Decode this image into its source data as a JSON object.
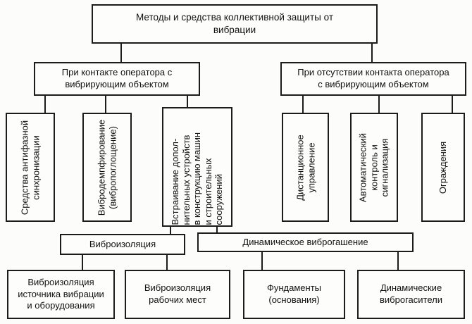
{
  "diagram": {
    "title": "Методы и средства коллективной защиты от вибрации",
    "root": {
      "label": "Методы и средства коллективной защиты от\nвибрации"
    },
    "contact_branch": {
      "label": "При контакте оператора с\nвибрирующим объектом"
    },
    "no_contact_branch": {
      "label": "При отсутствии контакта оператора\nс вибрирующим объектом"
    },
    "contact_methods": [
      {
        "label": "Средства антифазной\nсинхронизации"
      },
      {
        "label": "Вибродемпфирование\n(вибропоглощение)"
      },
      {
        "label": "Встраивание допол-\nнительных устройств\nв конструкцию машин\nи строительных\nсооружений"
      }
    ],
    "no_contact_methods": [
      {
        "label": "Дистанционное\nуправление"
      },
      {
        "label": "Автоматический\nконтроль и\nсигнализация"
      },
      {
        "label": "Ограждения"
      }
    ],
    "vibroisolation": {
      "label": "Виброизоляция"
    },
    "dynamic_damping": {
      "label": "Динамическое виброгашение"
    },
    "vibroisolation_children": [
      {
        "label": "Виброизоляция\nисточника вибрации\nи оборудования"
      },
      {
        "label": "Виброизоляция\nрабочих мест"
      }
    ],
    "dynamic_damping_children": [
      {
        "label": "Фундаменты\n(основания)"
      },
      {
        "label": "Динамические\nвиброгасители"
      }
    ]
  },
  "colors": {
    "border": "#1c1c1c",
    "background": "#fcfcfa",
    "text": "#111111"
  }
}
